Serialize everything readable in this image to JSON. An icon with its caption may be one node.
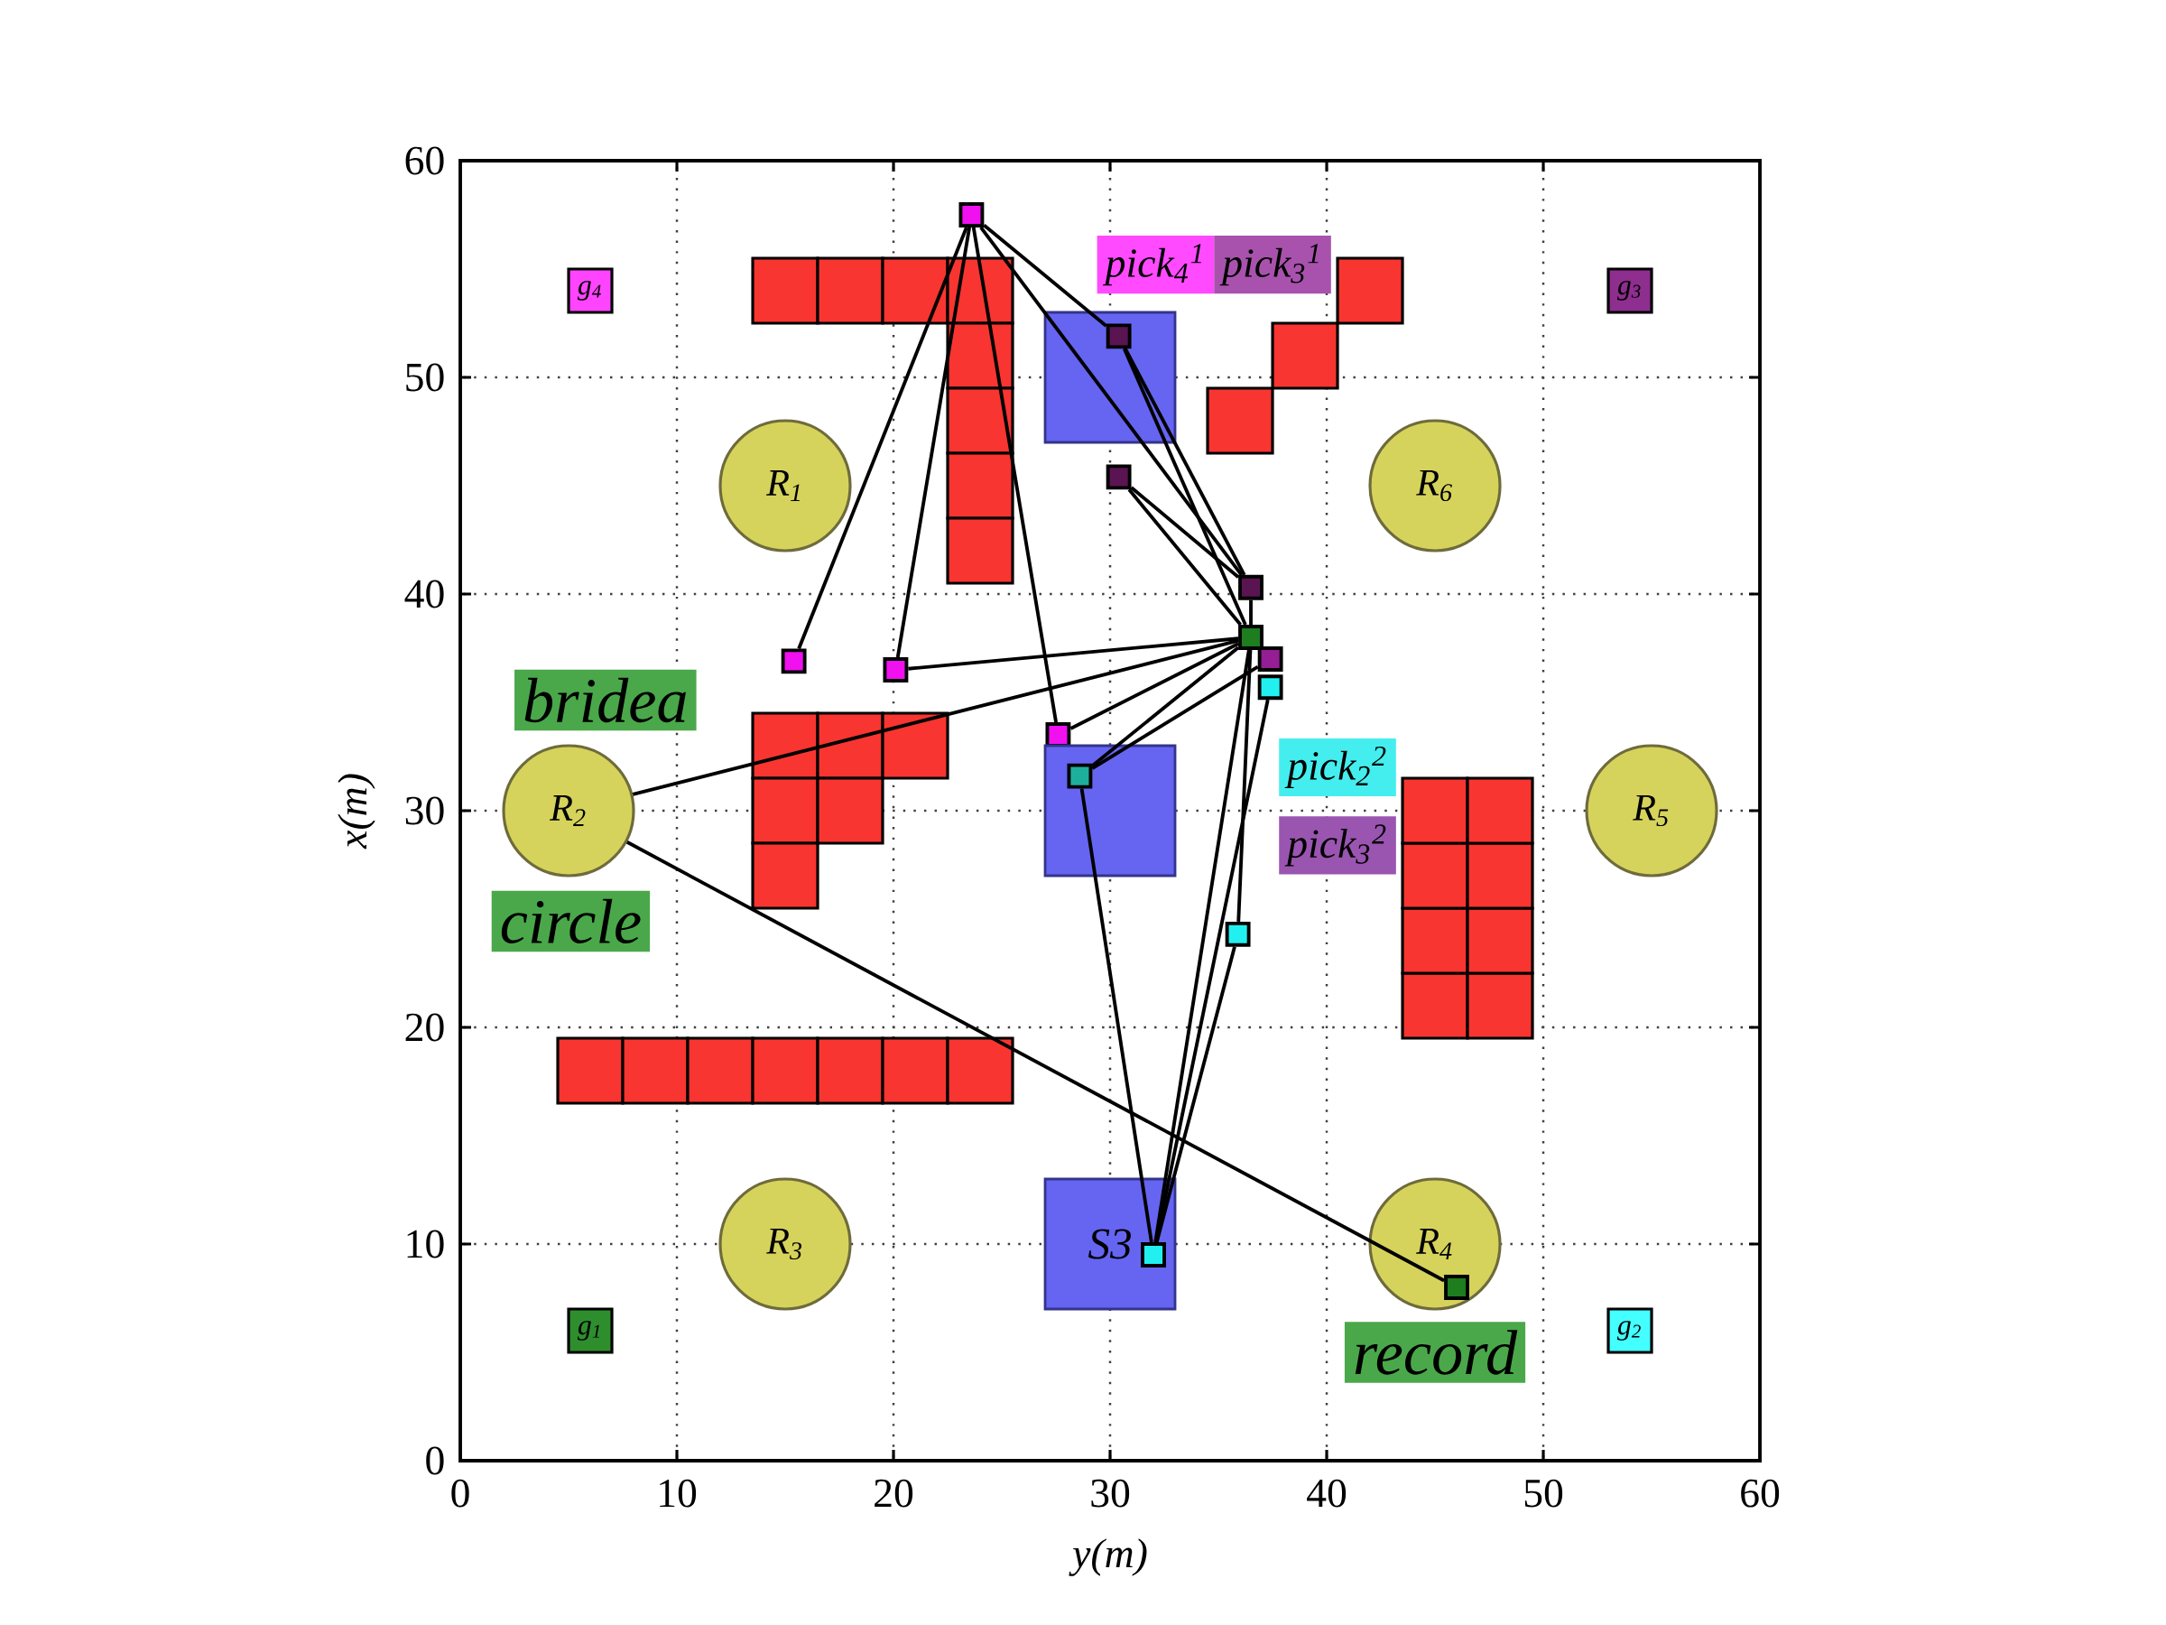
{
  "diagram": {
    "nodes": [
      {
        "text": [],
        "shape": "box"
      },
      {
        "text": [
          "g$_{4}$"
        ]
      },
      {
        "text": [
          "g$_{3}$"
        ]
      },
      {
        "text": [],
        "shape": "box"
      },
      {
        "text": [],
        "shape": "box",
        "in": 3
      },
      {
        "text": [
          "pick$_{4}$$^{1}$"
        ]
      },
      {
        "text": [
          "pick$_{3}$$^{1}$"
        ]
      },
      {
        "text": [
          "R$_{1}$"
        ]
      },
      {
        "text": [
          "R$_{6}$"
        ]
      },
      {
        "text": [],
        "shape": "box"
      },
      {
        "text": [],
        "shape": "box"
      },
      {
        "text": [],
        "shape": "box"
      },
      {
        "text": [],
        "shape": "box"
      },
      {
        "text": [],
        "shape": "box"
      },
      {
        "text": [],
        "shape": "box"
      },
      {
        "text": [],
        "shape": "box"
      },
      {
        "text": [],
        "shape": "box"
      },
      {
        "text": [],
        "shape": "box"
      },
      {
        "text": [],
        "shape": "box",
        "in": 17
      },
      {
        "text": [
          "pick$_{2}$$^{2}$"
        ]
      },
      {
        "text": [
          "pick$_{3}$$^{2}$"
        ]
      },
      {
        "text": [
          "R$_{2}$"
        ]
      },
      {
        "text": [
          "bridea"
        ]
      },
      {
        "text": [
          "circle"
        ]
      },
      {
        "text": [
          "R$_{5}$"
        ]
      },
      {
        "text": [],
        "shape": "box"
      },
      {
        "text": [
          "R$_{3}$"
        ]
      },
      {
        "text": [
          "S3"
        ]
      },
      {
        "text": [],
        "shape": "box",
        "in": 27
      },
      {
        "text": [
          "R$_{4}$"
        ]
      },
      {
        "text": [],
        "shape": "box",
        "in": 29
      },
      {
        "text": [
          "record"
        ]
      },
      {
        "text": [
          "g$_{1}$"
        ]
      },
      {
        "text": [
          "g$_{2}$"
        ]
      }
    ],
    "edges": [
      {
        "from": 0,
        "to": 14,
        "arrow": "none"
      },
      {
        "from": 0,
        "to": 15,
        "arrow": "none"
      },
      {
        "from": 0,
        "to": 16,
        "arrow": "none"
      },
      {
        "from": 0,
        "to": 4,
        "arrow": "none"
      },
      {
        "from": 0,
        "to": 10,
        "arrow": "none"
      },
      {
        "from": 4,
        "to": 10,
        "arrow": "none"
      },
      {
        "from": 4,
        "to": 11,
        "arrow": "none"
      },
      {
        "from": 9,
        "to": 10,
        "arrow": "none"
      },
      {
        "from": 9,
        "to": 11,
        "arrow": "none"
      },
      {
        "from": 10,
        "to": 11,
        "arrow": "none"
      },
      {
        "from": 15,
        "to": 11,
        "arrow": "none"
      },
      {
        "from": 16,
        "to": 11,
        "arrow": "none"
      },
      {
        "from": 11,
        "to": 21,
        "arrow": "none"
      },
      {
        "from": 21,
        "to": 30,
        "arrow": "none"
      },
      {
        "from": 11,
        "to": 18,
        "arrow": "none"
      },
      {
        "from": 11,
        "to": 25,
        "arrow": "none"
      },
      {
        "from": 11,
        "to": 28,
        "arrow": "none"
      },
      {
        "from": 13,
        "to": 28,
        "arrow": "none"
      },
      {
        "from": 18,
        "to": 28,
        "arrow": "none"
      },
      {
        "from": 25,
        "to": 28,
        "arrow": "none"
      },
      {
        "from": 12,
        "to": 18,
        "arrow": "none"
      }
    ],
    "labels": [
      "60",
      "50",
      "40",
      "30",
      "20",
      "10",
      "0",
      "x(m)",
      "0",
      "10",
      "20",
      "30",
      "40",
      "50",
      "60",
      "y(m)"
    ]
  }
}
